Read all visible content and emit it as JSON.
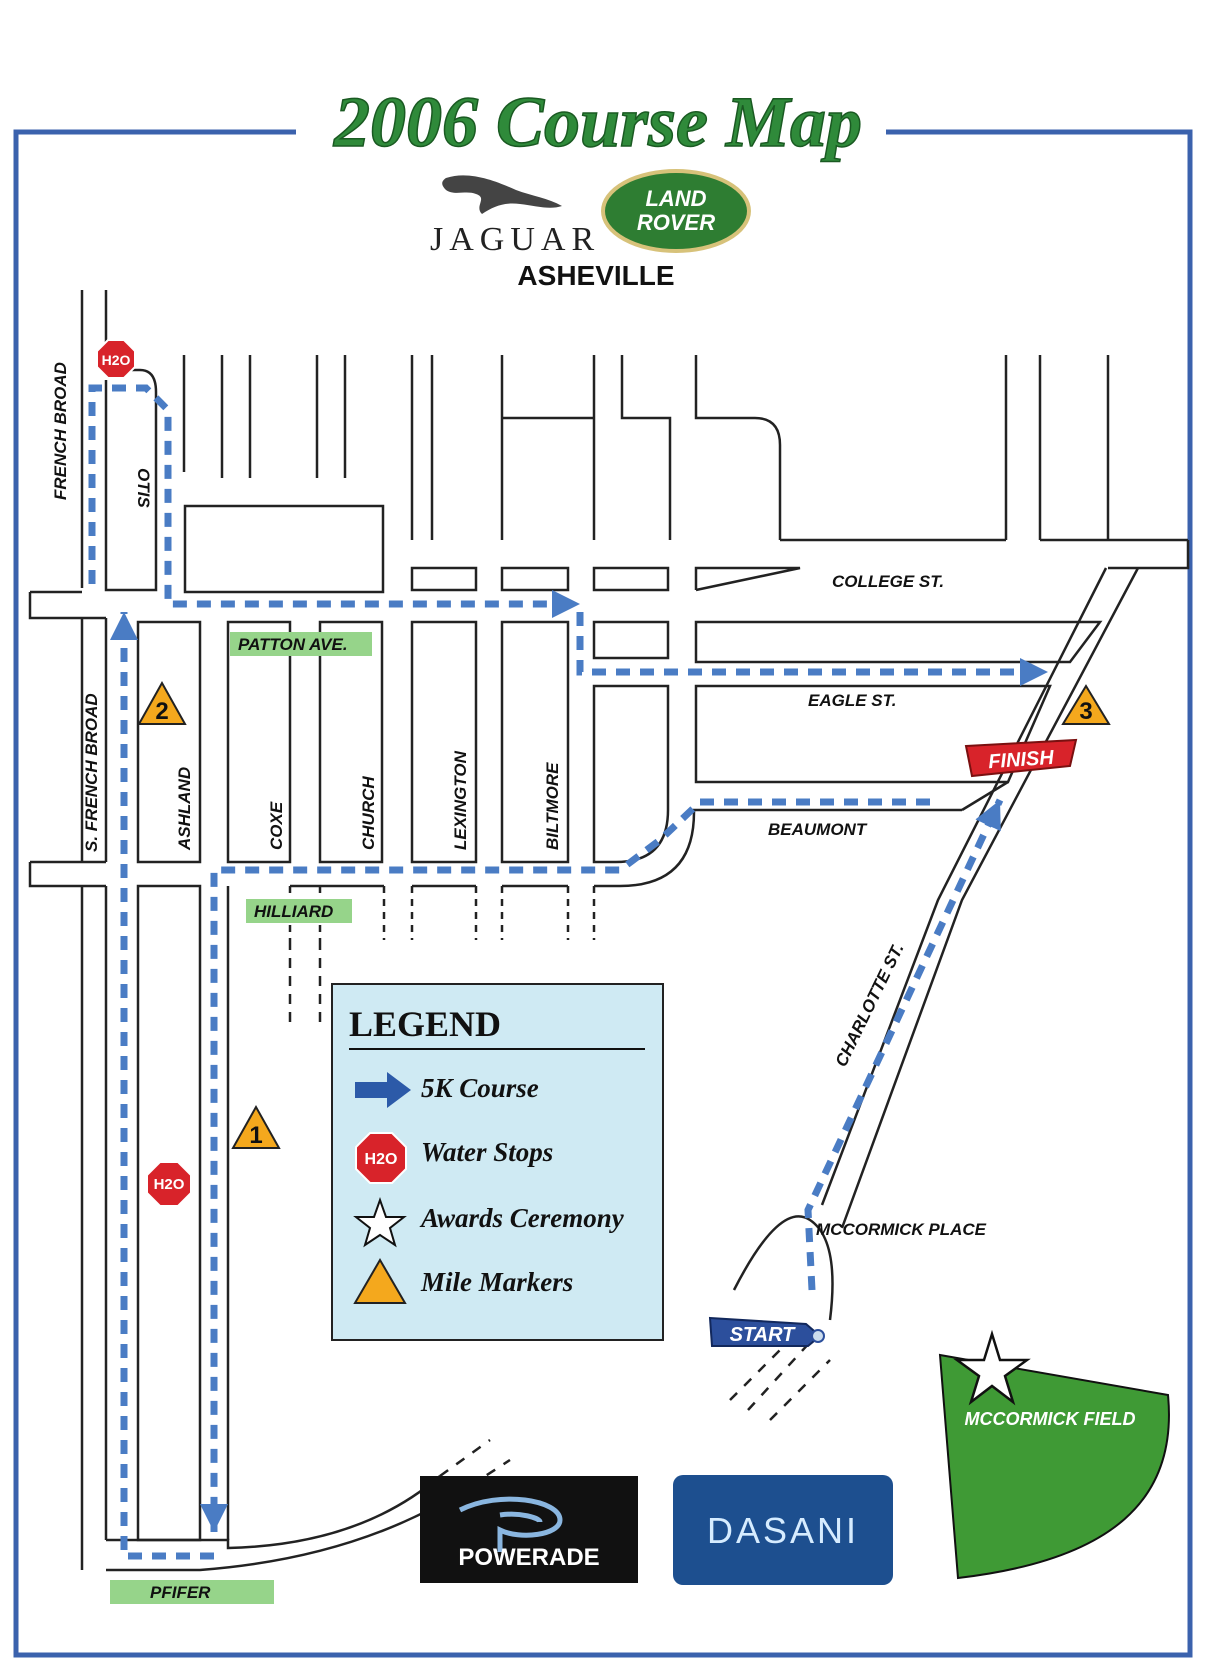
{
  "title": "2006 Course Map",
  "sponsor": {
    "jaguar": "JAGUAR",
    "land_rover_line1": "LAND",
    "land_rover_line2": "ROVER",
    "city": "ASHEVILLE"
  },
  "streets": {
    "french_broad": "FRENCH BROAD",
    "otis": "OTIS",
    "patton_ave": "PATTON AVE.",
    "college_st": "COLLEGE ST.",
    "eagle_st": "EAGLE ST.",
    "s_french_broad": "S. FRENCH BROAD",
    "ashland": "ASHLAND",
    "coxe": "COXE",
    "church": "CHURCH",
    "lexington": "LEXINGTON",
    "biltmore": "BILTMORE",
    "beaumont": "BEAUMONT",
    "hilliard": "HILLIARD",
    "charlotte_st": "CHARLOTTE ST.",
    "mccormick_place": "MCCORMICK PLACE",
    "pfifer": "PFIFER",
    "mccormick_field": "MCCORMICK FIELD"
  },
  "markers": {
    "water": "H2O",
    "mile_1": "1",
    "mile_2": "2",
    "mile_3": "3",
    "finish": "FINISH",
    "start": "START"
  },
  "legend": {
    "title": "LEGEND",
    "items": [
      "5K Course",
      "Water Stops",
      "Awards Ceremony",
      "Mile Markers"
    ]
  },
  "logos": {
    "powerade": "POWERADE",
    "dasani": "DASANI"
  },
  "colors": {
    "border": "#3b62ad",
    "title_green": "#3aa14a",
    "route_blue": "#4a7cc4",
    "park_green": "#3f9a35",
    "street_label_green": "#96d48a",
    "legend_bg": "#cfeaf3",
    "water_red": "#d8232a",
    "mile_orange": "#f4a81d"
  }
}
